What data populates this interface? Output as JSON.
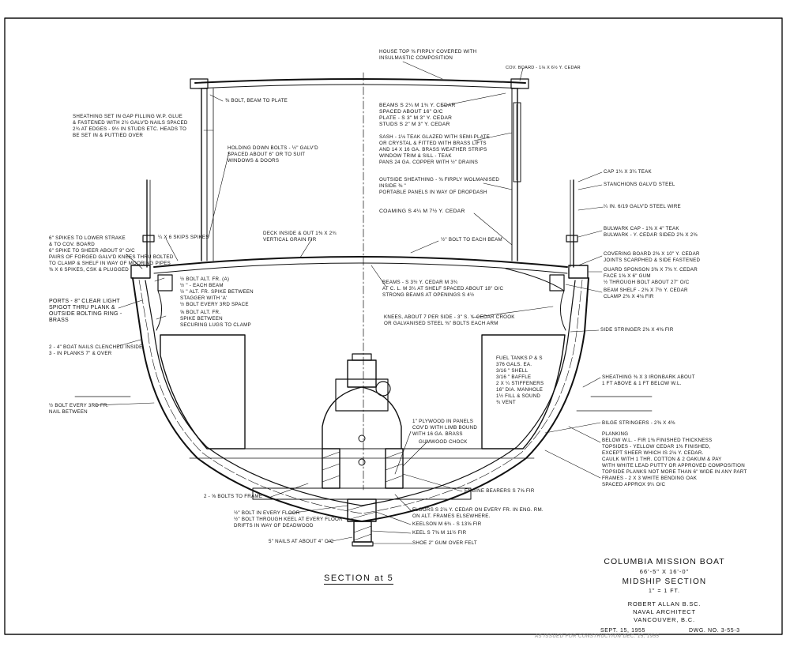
{
  "drawing": {
    "section_title": "SECTION at 5",
    "bottom_note": "AS ISSUED FOR CONSTRUCTION DEC. 15, 1955"
  },
  "title_block": {
    "project": "COLUMBIA MISSION BOAT",
    "dimensions": "66'-5\" x 16'-0\"",
    "sheet_title": "MIDSHIP SECTION",
    "scale": "1\" = 1 FT.",
    "architect_name": "ROBERT ALLAN B.SC.",
    "architect_role": "NAVAL ARCHITECT",
    "city": "VANCOUVER, B.C.",
    "date": "SEPT. 15, 1955",
    "dwg_no": "DWG. NO. 3-55-3"
  },
  "labels": {
    "house_top": [
      "HOUSE TOP ⅜ FIRPLY COVERED WITH",
      "INSULMASTIC COMPOSITION"
    ],
    "cov_board": [
      "COV. BOARD - 1⅛ x 6½ Y. CEDAR"
    ],
    "bolt_beam_plate": [
      "⅜ BOLT, BEAM TO PLATE"
    ],
    "sheathing_gap": [
      "SHEATHING SET IN GAP FILLING W.P. GLUE",
      "& FASTENED WITH 2½ GALV'D NAILS SPACED",
      "2¾ AT EDGES - 9½ IN STUDS ETC. HEADS TO",
      "BE SET IN & PUTTIED OVER"
    ],
    "holding_bolts": [
      "HOLDING DOWN BOLTS - ½\" GALV'D",
      "SPACED ABOUT 6\" OR TO SUIT",
      "WINDOWS & DOORS"
    ],
    "house_beams": [
      "BEAMS  S 2¼  M 1¾  Y. CEDAR",
      "SPACED ABOUT 16\" o/c",
      "PLATE - S 3\" M 3\" Y. CEDAR",
      "STUDS  S 2\" M 3\" Y. CEDAR"
    ],
    "sash": [
      "SASH - 1⅛ TEAK GLAZED WITH SEMI-PLATE",
      "OR CRYSTAL & FITTED WITH BRASS LIFTS",
      "AND 14 x 16 GA. BRASS WEATHER STRIPS",
      "WINDOW TRIM & SILL - TEAK",
      "PANS  24 GA. COPPER WITH ½\" DRAINS"
    ],
    "outside_sheathing": [
      "OUTSIDE SHEATHING - ⅜ FIRPLY WOLMANISED",
      "INSIDE            ⅜ \"",
      "PORTABLE PANELS IN WAY OF DROPDASH"
    ],
    "coaming": [
      "COAMING  S 4¼  M 7½  Y. CEDAR"
    ],
    "bolt_each_beam": [
      "½\" BOLT TO EACH BEAM"
    ],
    "cap": [
      "CAP  1¾ x 3¼  TEAK"
    ],
    "stanchions": [
      "STANCHIONS  GALV'D STEEL"
    ],
    "wire": [
      "¼ IN. 6/19 GALV'D STEEL WIRE"
    ],
    "bulwark": [
      "BULWARK CAP - 1⅜ x 4\" TEAK",
      "BULWARK - Y. CEDAR SIDED 2⅜ x 2⅜"
    ],
    "deck": [
      "DECK  INSIDE & OUT 1⅜ x 2¾",
      "VERTICAL GRAIN FIR"
    ],
    "spikes_top": [
      "6\" SPIKES TO LOWER STRAKE",
      "& TO COV. BOARD",
      "6\" SPIKE TO SHEER ABOUT 9\" o/c",
      "PAIRS OF FORGED GALV'D KNEES THRU BOLTED",
      "TO CLAMP & SHELF IN WAY OF MOORING PIPES",
      "⅜ x 6 SPIKES, CSK & PLUGGED"
    ],
    "skips_spikes": [
      "¼ x 6 SKIPS SPIKES"
    ],
    "bolts_alt": [
      "½ BOLT ALT. FR. (A)",
      "½ \"  - EACH BEAM",
      "½ \"  ALT. FR. SPIKE BETWEEN",
      "STAGGER WITH 'A'",
      "½ BOLT EVERY 3RD SPACE"
    ],
    "bolts_alt2": [
      "⅝ BOLT ALT. FR.",
      "SPIKE BETWEEN",
      "SECURING LUGS TO CLAMP"
    ],
    "covering_board": [
      "COVERING BOARD  2⅜ x 10\" Y. CEDAR",
      "JOINTS SCARPHED & SIDE FASTENED"
    ],
    "guard_sponson": [
      "GUARD SPONSON  3⅜ x 7⅜  Y. CEDAR",
      "FACE   1⅝ x 6\" GUM",
      "½ THROUGH BOLT ABOUT 27\" o/c"
    ],
    "beam_shelf": [
      "BEAM SHELF - 2⅜ x 7½  Y. CEDAR",
      "CLAMP   2⅜ x 4⅛  FIR"
    ],
    "main_beams": [
      "BEAMS - S 3½  Y. CEDAR  M 3¾",
      "AT C. L.  M 3¼  AT SHELF SPACED ABOUT 18\" o/c",
      "STRONG BEAMS AT OPENINGS S 4½"
    ],
    "ports": [
      "PORTS - 8\" CLEAR LIGHT",
      "SPIGOT THRU PLANK &",
      "OUTSIDE BOLTING RING -",
      "BRASS"
    ],
    "knees": [
      "KNEES, ABOUT 7 PER SIDE - 3\" S. Y. CEDAR CROOK",
      "OR GALVANISED STEEL ⅜\" BOLTS EACH ARM"
    ],
    "side_stringer": [
      "SIDE STRINGER  2⅜ x 4⅜  FIR"
    ],
    "boat_nails": [
      "2 - 4\" BOAT NAILS CLENCHED INSIDE",
      "3 - IN PLANKS 7\" & OVER"
    ],
    "fuel_tanks": [
      "FUEL TANKS P & S",
      "376 GALS. EA.",
      "3/16 \" SHELL",
      "3/16 \" BAFFLE",
      "2 x ¼ STIFFENERS",
      "16\" DIA. MANHOLE",
      "1½ FILL & SOUND",
      "¾ VENT"
    ],
    "sheathing_ironbark": [
      "SHEATHING  ⅜ x 3 IRONBARK ABOUT",
      "1 FT ABOVE & 1 FT BELOW W.L."
    ],
    "bolt_3rd_fr": [
      "½ BOLT EVERY 3RD FR.",
      "NAIL BETWEEN"
    ],
    "plywood": [
      "1\" PLYWOOD IN PANELS",
      "COV'D WITH LIMB BOUND",
      "WITH 16 GA. BRASS"
    ],
    "gumwood_chock": [
      "GUMWOOD CHOCK"
    ],
    "bilge_stringers": [
      "BILGE STRINGERS - 2⅜ x 4⅜"
    ],
    "planking": [
      "PLANKING",
      "BELOW W.L. - FIR 1⅜ FINISHED THICKNESS",
      "TOPSIDES - YELLOW CEDAR 1⅜ FINISHED,",
      "EXCEPT SHEER WHICH IS 2⅛ Y. CEDAR.",
      "CAULK WITH 1 THR. COTTON & 2 OAKUM & PAY",
      "WITH WHITE LEAD PUTTY OR APPROVED COMPOSITION",
      "TOPSIDE PLANKS NOT MORE THAN 6\" WIDE IN ANY PART"
    ],
    "frames": [
      "FRAMES - 2 x 3  WHITE BENDING OAK",
      "SPACED APPROX 9¼ o/c"
    ],
    "engine_bearers": [
      "ENGINE BEARERS  S 7⅝  FIR"
    ],
    "bolts_to_frame": [
      "2 - ⅝ BOLTS TO FRAME"
    ],
    "floor_bolts": [
      "½\" BOLT IN EVERY FLOOR",
      "½\" BOLT THROUGH KEEL AT EVERY FLOOR",
      "DRIFTS IN WAY OF DEADWOOD"
    ],
    "floors": [
      "FLOORS  S 2⅛  Y. CEDAR ON EVERY FR. IN ENG. RM.",
      "ON ALT. FRAMES ELSEWHERE."
    ],
    "keelson": [
      "KEELSON  M 6¾ - S 13⅝ FIR"
    ],
    "keel": [
      "KEEL  S 7⅜  M 11½ FIR"
    ],
    "shoe": [
      "SHOE  2\" GUM OVER FELT"
    ],
    "nails_4in": [
      "5\" NAILS AT ABOUT 4\" o/c"
    ]
  }
}
